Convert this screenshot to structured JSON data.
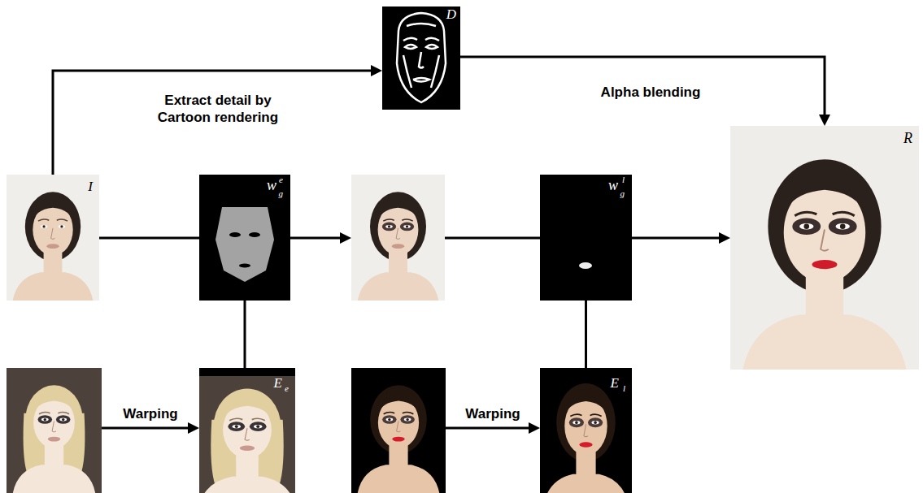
{
  "diagram": {
    "nodes": [
      {
        "text": [
          "D"
        ]
      },
      {
        "text": [
          "I"
        ]
      },
      {
        "text": [
          "w",
          "g",
          "e"
        ]
      },
      {
        "text": [
          "w",
          "g",
          "l"
        ]
      },
      {
        "text": [
          "R"
        ]
      },
      {
        "text": [
          "E",
          "e"
        ]
      },
      {
        "text": [
          "E",
          "l"
        ]
      }
    ],
    "edges": [
      {
        "from": 1,
        "to": 0,
        "arrow": "to",
        "label": "Extract detail by Cartoon rendering"
      },
      {
        "from": 0,
        "to": 4,
        "arrow": "to",
        "label": "Alpha blending"
      },
      {
        "from": 1,
        "to": 2,
        "arrow": "none"
      },
      {
        "from": 5,
        "to": 2,
        "arrow": "none"
      },
      {
        "from": 6,
        "to": 3,
        "arrow": "none"
      },
      {
        "from": 3,
        "to": 4,
        "arrow": "to"
      }
    ],
    "labels": [
      "Warping",
      "Warping"
    ]
  }
}
